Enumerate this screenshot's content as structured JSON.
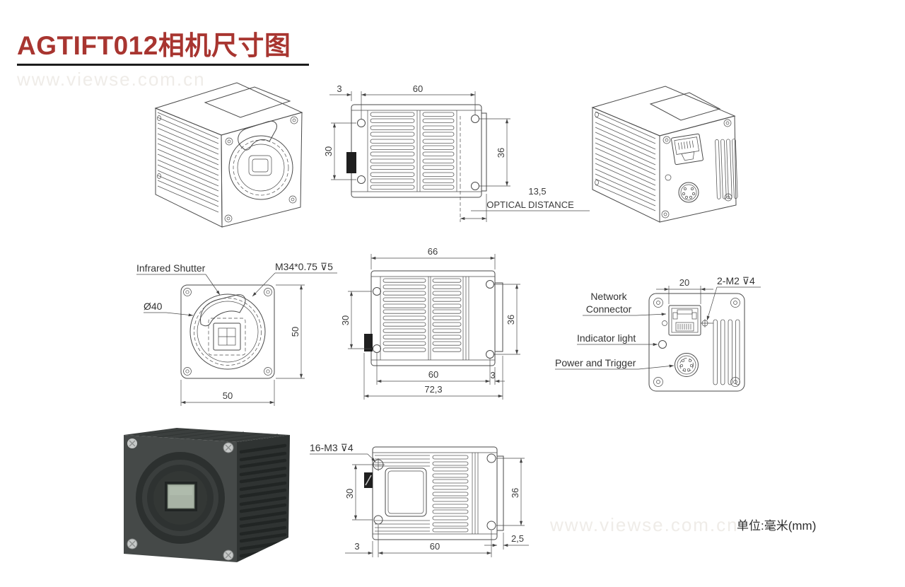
{
  "page": {
    "title": "AGTIFT012相机尺寸图",
    "watermark_top": "www.viewse.com.cn",
    "watermark_bottom": "www.viewse.com.cn",
    "unit_note": "单位:毫米(mm)",
    "accent_color": "#a83530",
    "line_color": "#4a4a4a"
  },
  "views": {
    "side_top": {
      "dim_3": "3",
      "dim_60": "60",
      "dim_30": "30",
      "dim_36": "36",
      "dim_13_5": "13,5",
      "optical_label": "OPTICAL DISTANCE"
    },
    "front": {
      "label_infrared": "Infrared Shutter",
      "label_thread": "M34*0.75  ⊽5",
      "label_diameter": "Ø40",
      "dim_height_50": "50",
      "dim_width_50": "50"
    },
    "side_mid": {
      "dim_66": "66",
      "dim_30": "30",
      "dim_36": "36",
      "dim_60": "60",
      "dim_3": "3",
      "dim_72_3": "72,3"
    },
    "back": {
      "label_network_line1": "Network",
      "label_network_line2": "Connector",
      "label_indicator": "Indicator light",
      "label_power": "Power and Trigger",
      "dim_20": "20",
      "dim_2_m2": "2-M2  ⊽4"
    },
    "top": {
      "label_16_m3": "16-M3  ⊽4",
      "dim_30": "30",
      "dim_36": "36",
      "dim_3": "3",
      "dim_60": "60",
      "dim_2_5": "2,5"
    }
  }
}
